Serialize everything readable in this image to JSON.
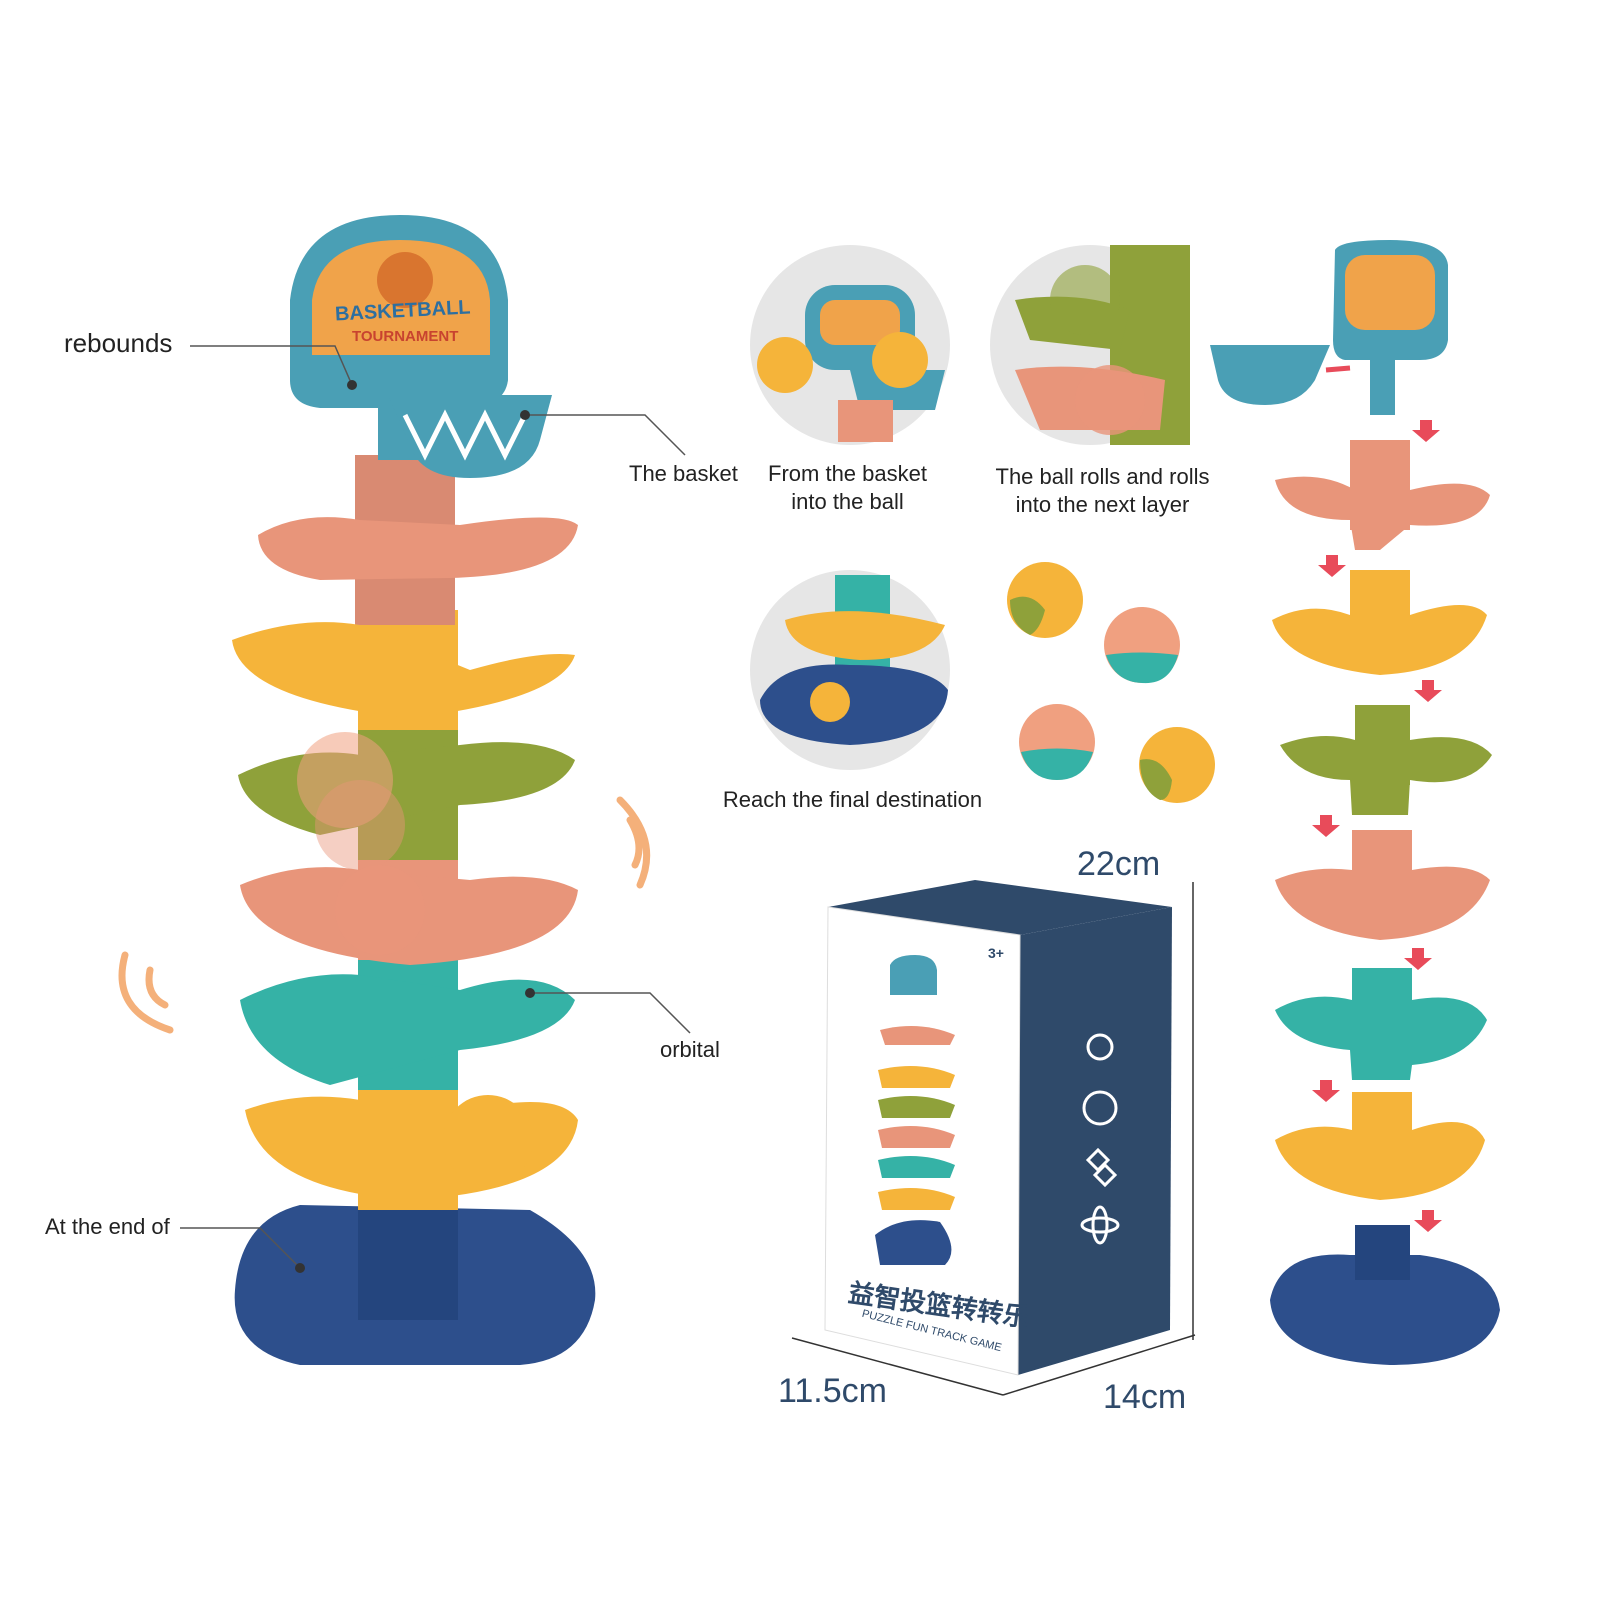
{
  "callouts": {
    "rebounds": "rebounds",
    "basket": "The basket",
    "orbital": "orbital",
    "end": "At the end of"
  },
  "captions": {
    "from_basket": "From the basket\ninto the ball",
    "ball_rolls": "The ball rolls and rolls\ninto the next layer",
    "final": "Reach the final destination"
  },
  "backboard": {
    "line1": "BASKETBALL",
    "line2": "TOURNAMENT"
  },
  "dimensions": {
    "height": "22cm",
    "width": "11.5cm",
    "depth": "14cm"
  },
  "box": {
    "age": "3+",
    "title_cn": "益智投篮转转乐",
    "subtitle": "PUZZLE FUN TRACK GAME"
  },
  "colors": {
    "pink": "#e8957a",
    "yellow": "#f5b43a",
    "green": "#8fa13a",
    "teal": "#35b2a6",
    "navy": "#2d4f8c",
    "hoop": "#4a9fb5",
    "box": "#2f4a6a",
    "arrow": "#e84b5a"
  }
}
